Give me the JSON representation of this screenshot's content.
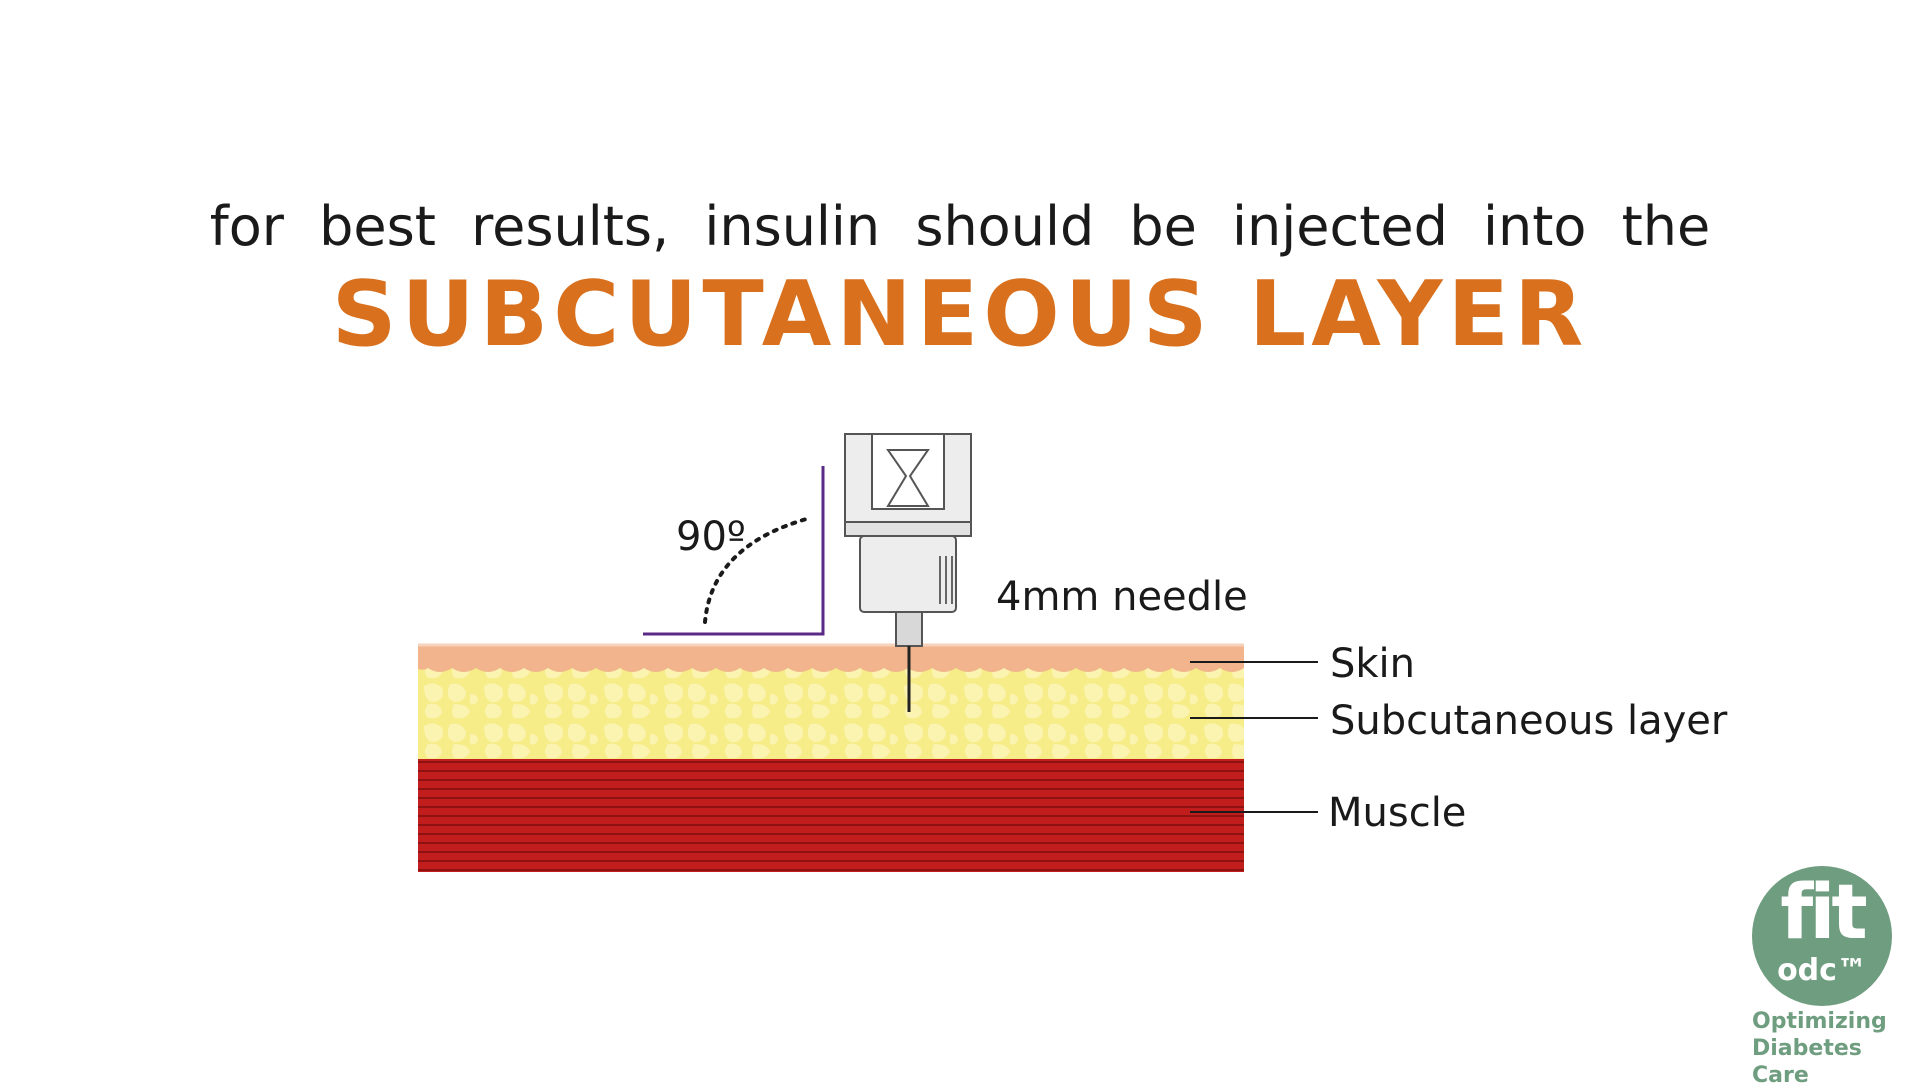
{
  "headline": "for best results, insulin should be injected into the",
  "title": "SUBCUTANEOUS LAYER",
  "diagram": {
    "angle_label": "90º",
    "needle_label": "4mm needle",
    "layers": [
      {
        "name": "Skin",
        "color": "#f2b48c"
      },
      {
        "name": "Subcutaneous layer",
        "color": "#f5eb8a"
      },
      {
        "name": "Muscle",
        "color": "#c21f1f"
      }
    ]
  },
  "logo": {
    "brand": "fit",
    "sub": "odc™",
    "tagline_line1": "Optimizing",
    "tagline_line2": "Diabetes Care",
    "color": "#6f9d7f"
  }
}
